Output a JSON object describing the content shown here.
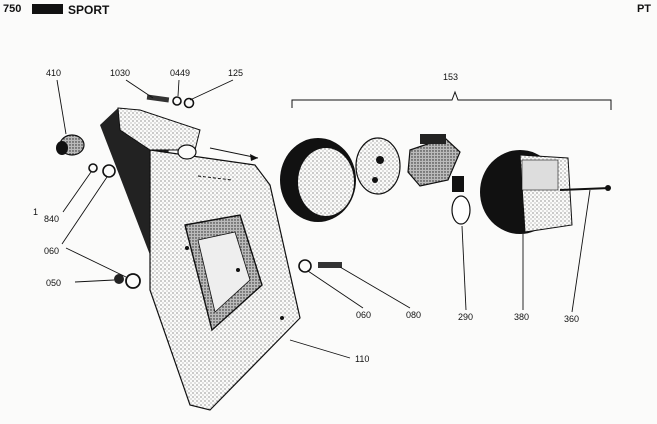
{
  "header": {
    "model": "750",
    "title": "SPORT",
    "code": "PT"
  },
  "callouts": [
    {
      "id": "410",
      "label": "410"
    },
    {
      "id": "1030",
      "label": "1030"
    },
    {
      "id": "0449",
      "label": "0449"
    },
    {
      "id": "125",
      "label": "125"
    },
    {
      "id": "153",
      "label": "153"
    },
    {
      "id": "1",
      "label": "1"
    },
    {
      "id": "840",
      "label": "840"
    },
    {
      "id": "060a",
      "label": "060"
    },
    {
      "id": "050",
      "label": "050"
    },
    {
      "id": "060b",
      "label": "060"
    },
    {
      "id": "080",
      "label": "080"
    },
    {
      "id": "290",
      "label": "290"
    },
    {
      "id": "380",
      "label": "380"
    },
    {
      "id": "360",
      "label": "360"
    },
    {
      "id": "110",
      "label": "110"
    }
  ],
  "colors": {
    "ink": "#111111",
    "paper": "#fbfbfa",
    "stipple": "#555555"
  }
}
